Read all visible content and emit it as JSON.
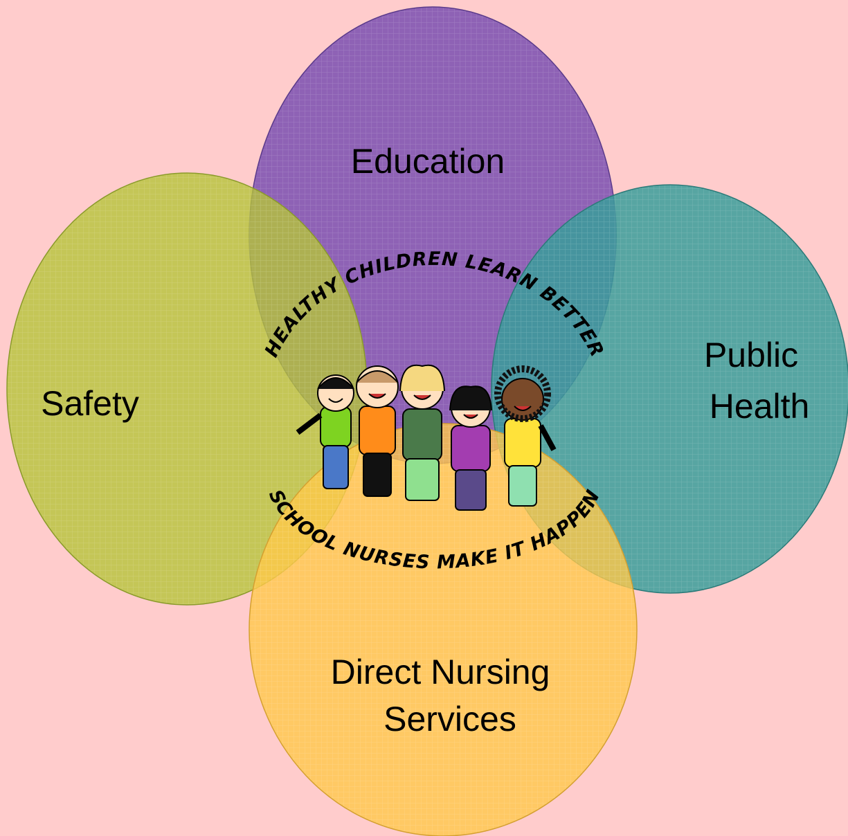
{
  "diagram": {
    "circles": [
      {
        "id": "education",
        "label_lines": [
          "Education"
        ],
        "color": "#7a4fb0"
      },
      {
        "id": "safety",
        "label_lines": [
          "Safety"
        ],
        "color": "#b5c43a"
      },
      {
        "id": "public_health",
        "label_lines": [
          "Public",
          "Health"
        ],
        "color": "#3a9e9a"
      },
      {
        "id": "direct_nursing",
        "label_lines": [
          "Direct Nursing",
          "Services"
        ],
        "color": "#ffc84a"
      }
    ],
    "logo": {
      "top_text": "HEALTHY CHILDREN LEARN BETTER",
      "bottom_text": "SCHOOL NURSES MAKE IT HAPPEN",
      "children_colors": [
        "#7ed321",
        "#ff8c1a",
        "#4a7a4a",
        "#a33db0",
        "#ffe23a"
      ]
    }
  }
}
